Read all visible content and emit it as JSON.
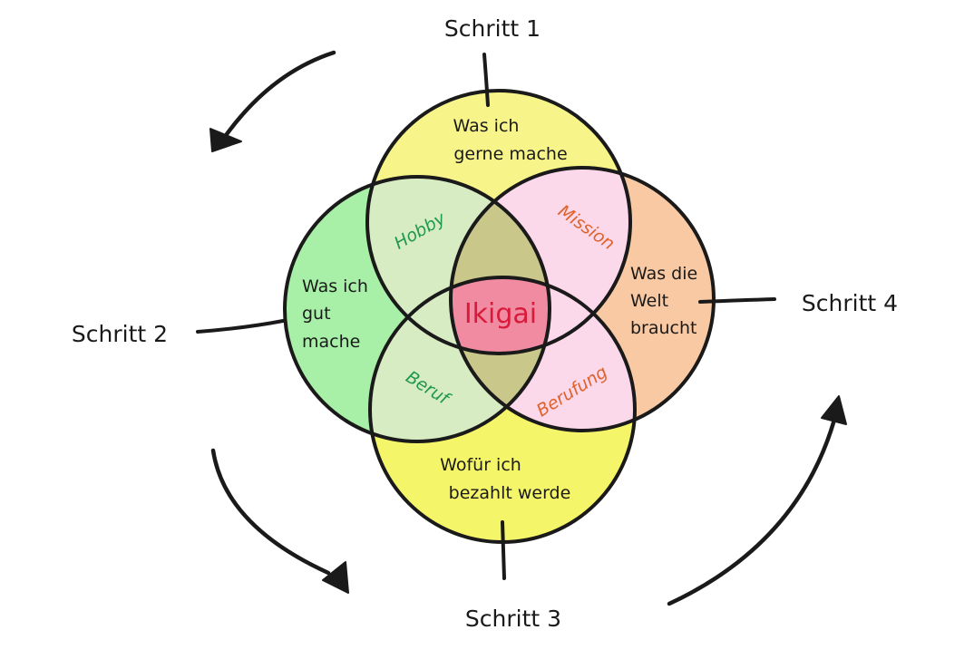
{
  "title": "Ikigai",
  "colors": {
    "top_circle": "#f7f58a",
    "left_circle": "#a8f0a8",
    "right_circle": "#f9c9a3",
    "bottom_circle": "#f5f56a",
    "hobby_overlap": "#d8ecc4",
    "mission_overlap": "#fbd8ea",
    "beruf_overlap": "#d8ecc4",
    "berufung_overlap": "#fbd8ea",
    "center_lens": "#c9c78a",
    "ikigai_center": "#f08ba2",
    "outline": "#1a1a1a",
    "green_text": "#1f9a4a",
    "orange_text": "#e0622a",
    "ikigai_text": "#d81b3a"
  },
  "steps": [
    {
      "label": "Schritt 1"
    },
    {
      "label": "Schritt 2"
    },
    {
      "label": "Schritt 3"
    },
    {
      "label": "Schritt 4"
    }
  ],
  "circles": {
    "top": {
      "lines": [
        "Was ich",
        "gerne mache"
      ]
    },
    "left": {
      "lines": [
        "Was ich",
        "gut",
        "mache"
      ]
    },
    "right": {
      "lines": [
        "Was die",
        "Welt",
        "braucht"
      ]
    },
    "bottom": {
      "lines": [
        "Wofür ich",
        "bezahlt werde"
      ]
    }
  },
  "overlaps": {
    "hobby": "Hobby",
    "mission": "Mission",
    "beruf": "Beruf",
    "berufung": "Berufung"
  },
  "center": "Ikigai",
  "arrows": [
    {
      "name": "arrow-top-left",
      "direction": "counter-clockwise"
    },
    {
      "name": "arrow-bottom-left",
      "direction": "counter-clockwise"
    },
    {
      "name": "arrow-bottom-right",
      "direction": "counter-clockwise"
    }
  ]
}
